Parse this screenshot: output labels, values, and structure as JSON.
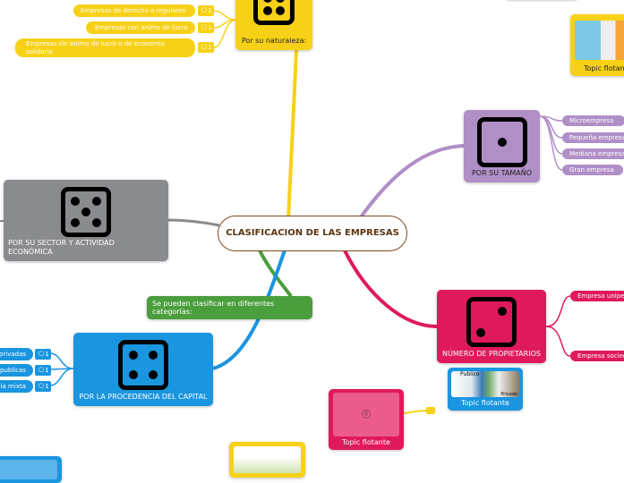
{
  "central": {
    "title": "CLASIFICACION DE LAS EMPRESAS"
  },
  "naturaleza": {
    "label": "Por su naturaleza:",
    "color": "#f7d117",
    "items": [
      {
        "label": "Empresas de derecho o regulares",
        "comments": "1"
      },
      {
        "label": "Empresas con animo de lucro",
        "comments": "1"
      },
      {
        "label": "Empresas sin animo de lucro o de economia solidaria",
        "comments": "1"
      }
    ]
  },
  "sector": {
    "label": "POR SU SECTOR Y ACTIVIDAD ECONÓMICA",
    "color": "#8a8b8f"
  },
  "green_note": {
    "label": "Se pueden clasificar en diferentes categorías:",
    "color": "#4a9e3c"
  },
  "capital": {
    "label": "POR LA PROCEDENCIA DEL CAPITAL",
    "color": "#1a95e0",
    "items": [
      {
        "label": "privadas",
        "comments": "1"
      },
      {
        "label": "publicas",
        "comments": "1"
      },
      {
        "label": "ía mixta",
        "comments": "1"
      }
    ]
  },
  "tamano": {
    "label": "POR SU TAMAÑO",
    "color": "#b08fc7",
    "items": [
      "Microempresa",
      "Pequeña empresa",
      "Mediana empresa",
      "Gran empresa"
    ]
  },
  "propietarios": {
    "label": "NÚMERO DE PROPIETARIOS",
    "color": "#e0195c",
    "items": [
      "Empresa unipersonal",
      "Empresa sociedad"
    ]
  },
  "floating": {
    "blue_label": "Topic flotante",
    "pink_label": "Topic flotante",
    "yellow_label": "Topic flotante",
    "image_text_1": "Publico",
    "image_text_2": "Privado"
  },
  "icons": {
    "comment": "comment-icon",
    "camera": "camera-icon"
  }
}
